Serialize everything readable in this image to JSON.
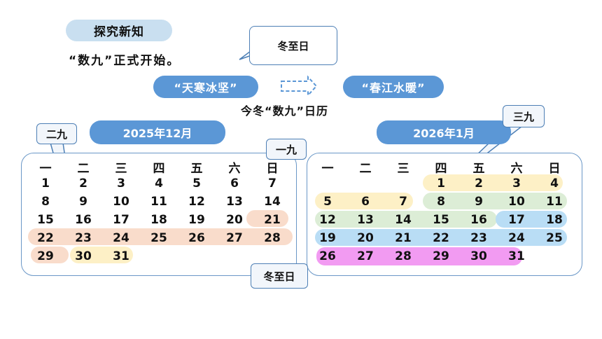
{
  "section_title": "探究新知",
  "intro_text": "“数九”正式开始。",
  "top_callout": "冬至日",
  "phrase_left": "“天寒冰坚”",
  "phrase_right": "“春江水暖”",
  "calendar_caption": "今冬“数九”日历",
  "weekdays": [
    "一",
    "二",
    "三",
    "四",
    "五",
    "六",
    "日"
  ],
  "dec_title": "2025年12月",
  "dec_days": [
    "1",
    "2",
    "3",
    "4",
    "5",
    "6",
    "7",
    "8",
    "9",
    "10",
    "11",
    "12",
    "13",
    "14",
    "15",
    "16",
    "17",
    "18",
    "19",
    "20",
    "21",
    "22",
    "23",
    "24",
    "25",
    "26",
    "27",
    "28",
    "29",
    "30",
    "31"
  ],
  "jan_title": "2026年1月",
  "jan_days": [
    "1",
    "2",
    "3",
    "4",
    "5",
    "6",
    "7",
    "8",
    "9",
    "10",
    "11",
    "12",
    "13",
    "14",
    "15",
    "16",
    "17",
    "18",
    "19",
    "20",
    "21",
    "22",
    "23",
    "24",
    "25",
    "26",
    "27",
    "28",
    "29",
    "30",
    "31"
  ],
  "label_yijiu": "一九",
  "label_erjiu": "二九",
  "label_sanjiu": "三九",
  "label_dongzhi": "冬至日",
  "colors": {
    "blue": "#5b97d6",
    "pale_blue": "#c9dff0",
    "peach": "#f9dccb",
    "cream": "#fdf0c6",
    "green": "#dcedd6",
    "sky": "#b9ddf5",
    "magenta": "#f29bf2"
  }
}
